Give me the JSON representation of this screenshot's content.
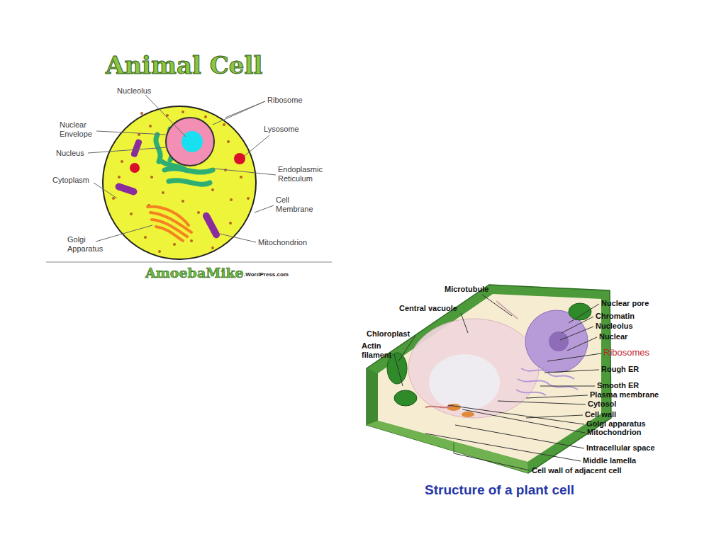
{
  "diagram": {
    "title": "Animal Cell",
    "caption": "Structure of a plant cell",
    "labels": [
      "Nucleolus",
      "Ribosome",
      "Nuclear Envelope",
      "Lysosome",
      "Nucleus",
      "Endoplasmic Reticulum",
      "Cytoplasm",
      "Cell Membrane",
      "Golgi Apparatus",
      "Mitochondrion",
      "AmoebaMike",
      ".WordPress.com",
      "Microtubule",
      "Nuclear pore",
      "Central vacuole",
      "Chromatin",
      "Nucleolus",
      "Chloroplast",
      "Nuclear",
      "Actin filament",
      "Ribosomes",
      "Rough ER",
      "Smooth ER",
      "Plasma membrane",
      "Cytosol",
      "Cell wall",
      "Golgi apparatus",
      "Mitochondrion",
      "Intracellular space",
      "Middle lamella",
      "Cell wall of adjacent cell"
    ]
  }
}
